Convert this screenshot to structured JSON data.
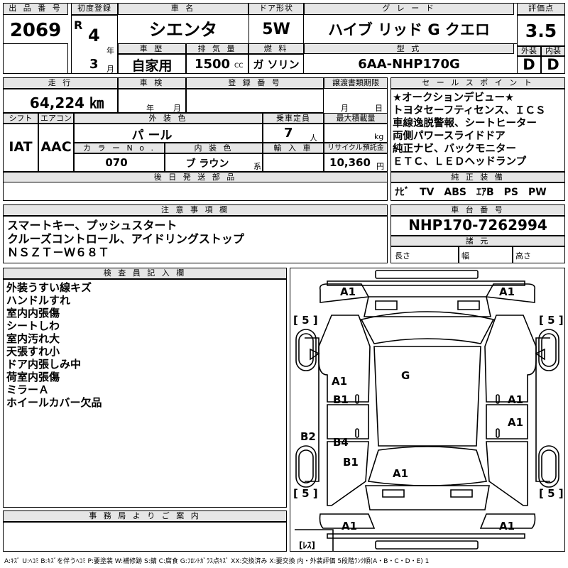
{
  "header": {
    "lot_label": "出 品 番 号",
    "lot_no": "2069",
    "first_reg_label": "初度登録",
    "era": "R",
    "year": "4",
    "year_unit": "年",
    "month": "3",
    "month_unit": "月",
    "name_label": "車 名",
    "name": "シエンタ",
    "door_label": "ドア形状",
    "door": "5W",
    "grade_label": "グ レ ー ド",
    "grade": "ハイブ リッド G クエロ",
    "score_label": "評価点",
    "score": "3.5",
    "history_label": "車 歴",
    "history": "自家用",
    "displacement_label": "排 気 量",
    "displacement": "1500",
    "cc": "CC",
    "fuel_label": "燃 料",
    "fuel": "ガ ソリン",
    "model_label": "型 式",
    "model": "6AA-NHP170G",
    "ext_label": "外装",
    "int_label": "内装",
    "ext_grade": "D",
    "int_grade": "D"
  },
  "row2": {
    "mileage_label": "走 行",
    "mileage": "64,224 ㎞",
    "inspection_label": "車 検",
    "insp_year": "年",
    "insp_month": "月",
    "reg_no_label": "登 録 番 号",
    "transfer_label": "譲渡書類期限",
    "transfer_month": "月",
    "transfer_day": "日",
    "shift_label": "シフト",
    "aircon_label": "エアコン",
    "shift": "IAT",
    "aircon": "AAC",
    "color_label": "外 装 色",
    "color": "パ ール",
    "capacity_label": "乗車定員",
    "capacity": "7",
    "capacity_unit": "人",
    "load_label": "最大積載量",
    "load_unit": "kg",
    "color_no_label": "カ ラ ー N o .",
    "color_no": "070",
    "int_color_label": "内 装 色",
    "int_color": "ブ ラウン",
    "int_color_suffix": "系",
    "import_label": "輸 入 車",
    "recycle_label": "リサイクル預託金",
    "recycle": "10,360",
    "recycle_unit": "円",
    "later_parts_label": "後 日 発 送 部 品"
  },
  "sales_points": {
    "label": "セ ー ル ス ポ イ ン ト",
    "items": [
      "★オークションデビュー★",
      "トヨタセーフティセンス、ＩＣＳ",
      "車線逸脱警報、シートヒーター",
      "両側パワースライドドア",
      "純正ナビ、バックモニター",
      "ＥＴＣ、ＬＥＤヘッドランプ"
    ],
    "equip_label": "純 正 装 備",
    "equip": "ﾅﾋﾞ　TV　ABS　ｴｱB　PS　PW"
  },
  "notes": {
    "label": "注 意 事 項 欄",
    "lines": [
      "スマートキー、プッシュスタート",
      "クルーズコントロール、アイドリングストップ",
      "ＮＳＺＴ－Ｗ６８Ｔ"
    ]
  },
  "chassis": {
    "label": "車 台 番 号",
    "value": "NHP170-7262994",
    "spec_label": "諸 元",
    "length": "長さ",
    "width": "幅",
    "height": "高さ"
  },
  "inspector": {
    "label": "検 査 員 記 入 欄",
    "items": [
      "外装うすい線キズ",
      "ハンドルすれ",
      "室内内張傷",
      "シートしわ",
      "室内汚れ大",
      "天張すれ小",
      "ドア内張しみ中",
      "荷室内張傷",
      "ミラーＡ",
      "ホイールカバー欠品"
    ]
  },
  "diagram": {
    "marks": {
      "front_left": "A1",
      "front_right": "A1",
      "rear_left": "A1",
      "rear_right": "A1",
      "roof": "G",
      "left_front_door_a": "A1",
      "left_front_door_b": "B1",
      "right_front_door": "A1",
      "right_rear_door": "A1",
      "left_sill": "B2",
      "left_rear_door": "B4",
      "left_quarter": "B1",
      "rear_glass": "A1"
    },
    "tire_tl": "[ 5 ]",
    "tire_tr": "[ 5 ]",
    "tire_bl": "[ 5 ]",
    "tire_br": "[ 5 ]",
    "spare": "[ﾚｽ]"
  },
  "office": {
    "label": "事 務 局 よ り ご 案 内"
  },
  "legend": "A:ｷｽﾞ  U:ﾍｺﾐ  B:ｷｽﾞを伴うﾍｺﾐ  P:要塗装  W:補修跡  S:錆  C:腐食  G:ﾌﾛﾝﾄｶﾞﾗｽ点ｷｽﾞ  XX:交換済み  X:要交換  内・外装評価  5段階ﾗﾝｸ順(A・B・C・D・E) 1"
}
